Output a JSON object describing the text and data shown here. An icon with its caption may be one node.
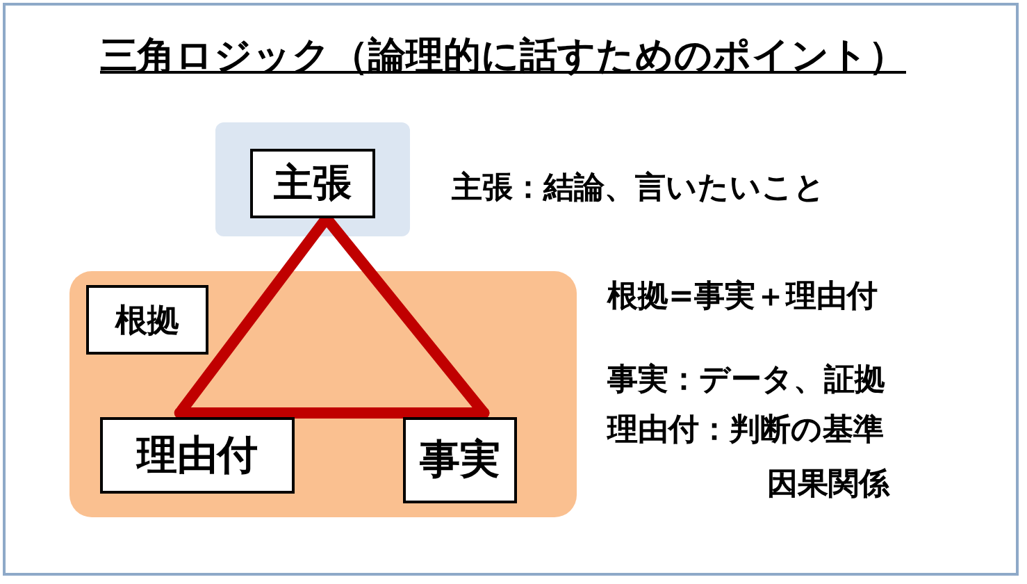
{
  "diagram": {
    "title": "三角ロジック（論理的に話すためのポイント）",
    "nodes": [
      {
        "text": [],
        "shape": "box"
      },
      {
        "text": [
          "主張"
        ],
        "in": 0
      },
      {
        "text": [],
        "shape": "box"
      },
      {
        "text": [
          "根拠"
        ],
        "in": 2
      },
      {
        "text": [
          "理由付"
        ],
        "in": 2
      },
      {
        "text": [
          "事実"
        ],
        "in": 2
      }
    ],
    "edges": [
      {
        "from": 1,
        "to": 4,
        "arrow": "none"
      },
      {
        "from": 1,
        "to": 5,
        "arrow": "none"
      },
      {
        "from": 4,
        "to": 5,
        "arrow": "none"
      }
    ],
    "labels": [
      "主張：結論、言いたいこと",
      "根拠=事実＋理由付",
      "事実：データ、証拠",
      "理由付：判断の基準",
      "因果関係"
    ]
  }
}
